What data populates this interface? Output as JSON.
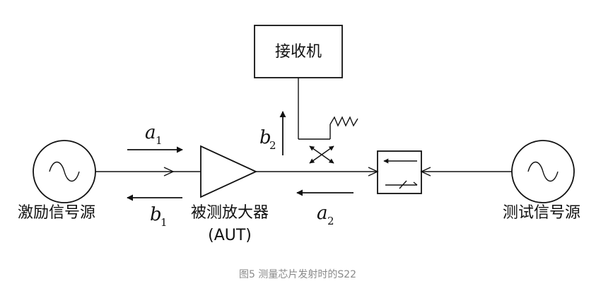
{
  "diagram": {
    "receiver_label": "接收机",
    "source_left_label": "激励信号源",
    "source_right_label": "测试信号源",
    "amplifier_label": "被测放大器",
    "amplifier_abbr": "(AUT)",
    "waves": {
      "a1": {
        "letter": "a",
        "sub": "1"
      },
      "b1": {
        "letter": "b",
        "sub": "1"
      },
      "b2": {
        "letter": "b",
        "sub": "2"
      },
      "a2": {
        "letter": "a",
        "sub": "2"
      }
    }
  },
  "caption": "图5 测量芯片发射时的S22"
}
